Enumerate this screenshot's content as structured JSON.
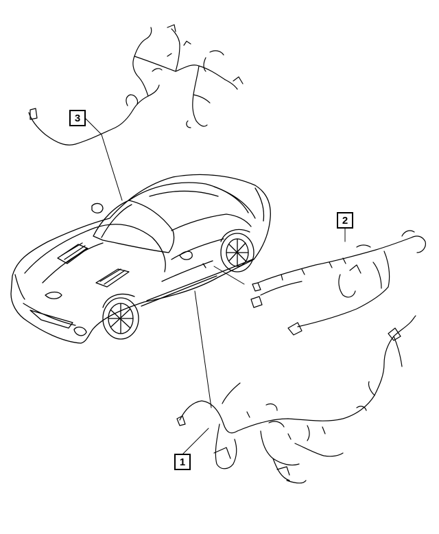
{
  "callouts": [
    {
      "id": "3",
      "label": "3"
    },
    {
      "id": "2",
      "label": "2"
    },
    {
      "id": "1",
      "label": "1"
    }
  ],
  "colors": {
    "line": "#000000",
    "background": "#ffffff"
  }
}
